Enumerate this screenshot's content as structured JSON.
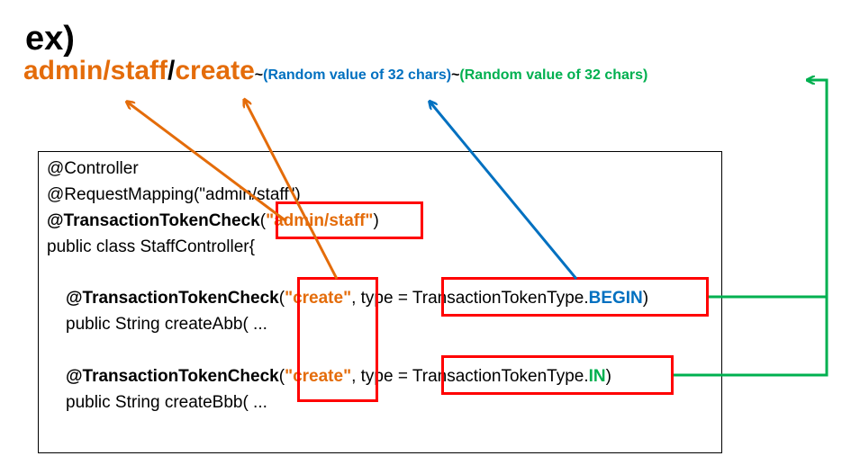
{
  "heading": "ex)",
  "token_format": {
    "namespace": "admin/staff",
    "separator": "/",
    "method_token": "create",
    "tilde1": "~",
    "random1": "(Random value of 32 chars)",
    "tilde2": "~",
    "random2": "(Random value of 32 chars)"
  },
  "code": {
    "annotation_controller": "@Controller",
    "request_mapping": "@RequestMapping(\"admin/staff\")",
    "class_annotation": "@TransactionTokenCheck",
    "class_annotation_open": "(",
    "class_annotation_value": "\"admin/staff\"",
    "class_annotation_close": ")",
    "class_decl": "public class StaffController{",
    "method1_annotation": "@TransactionTokenCheck",
    "method1_open": "(",
    "method1_value": "\"create\"",
    "method1_type": ",  type = ",
    "method1_type_prefix": "TransactionTokenType.",
    "method1_type_value": "BEGIN",
    "method1_close": ")",
    "method1_decl": "public String createAbb( ...",
    "method2_annotation": "@TransactionTokenCheck",
    "method2_open": "(",
    "method2_value": "\"create\"",
    "method2_type": ",  type = ",
    "method2_type_prefix": "TransactionTokenType.",
    "method2_type_value": "IN",
    "method2_close": ")",
    "method2_decl": "public String createBbb( ..."
  },
  "colors": {
    "namespace": "#e46c0a",
    "random1": "#0070c0",
    "random2": "#00b050",
    "highlight": "#ff0000"
  }
}
